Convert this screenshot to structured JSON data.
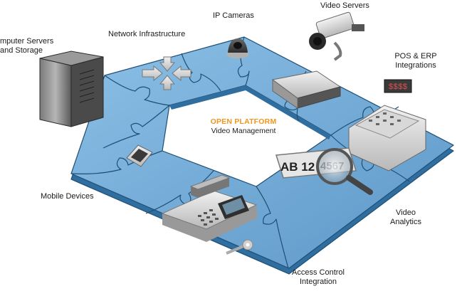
{
  "center": {
    "accent_text": "OPEN PLATFORM",
    "sub_text": "Video Management",
    "accent_color": "#f0961e"
  },
  "labels": {
    "computer_servers_line1": "mputer Servers",
    "computer_servers_line2": "and Storage",
    "network_infrastructure": "Network Infrastructure",
    "ip_cameras": "IP Cameras",
    "video_servers": "Video Servers",
    "pos_erp_line1": "POS & ERP",
    "pos_erp_line2": "Integrations",
    "mobile_devices": "Mobile Devices",
    "video_analytics_line1": "Video",
    "video_analytics_line2": "Analytics",
    "access_control_line1": "Access Control",
    "access_control_line2": "Integration"
  },
  "devices": {
    "pos_display": "$$$$",
    "plate_text_1": "AB 12",
    "plate_text_2": "4567"
  },
  "colors": {
    "puzzle_top": "#6fa8d6",
    "puzzle_side": "#2f6e9e",
    "puzzle_edge": "#1f4f75"
  }
}
